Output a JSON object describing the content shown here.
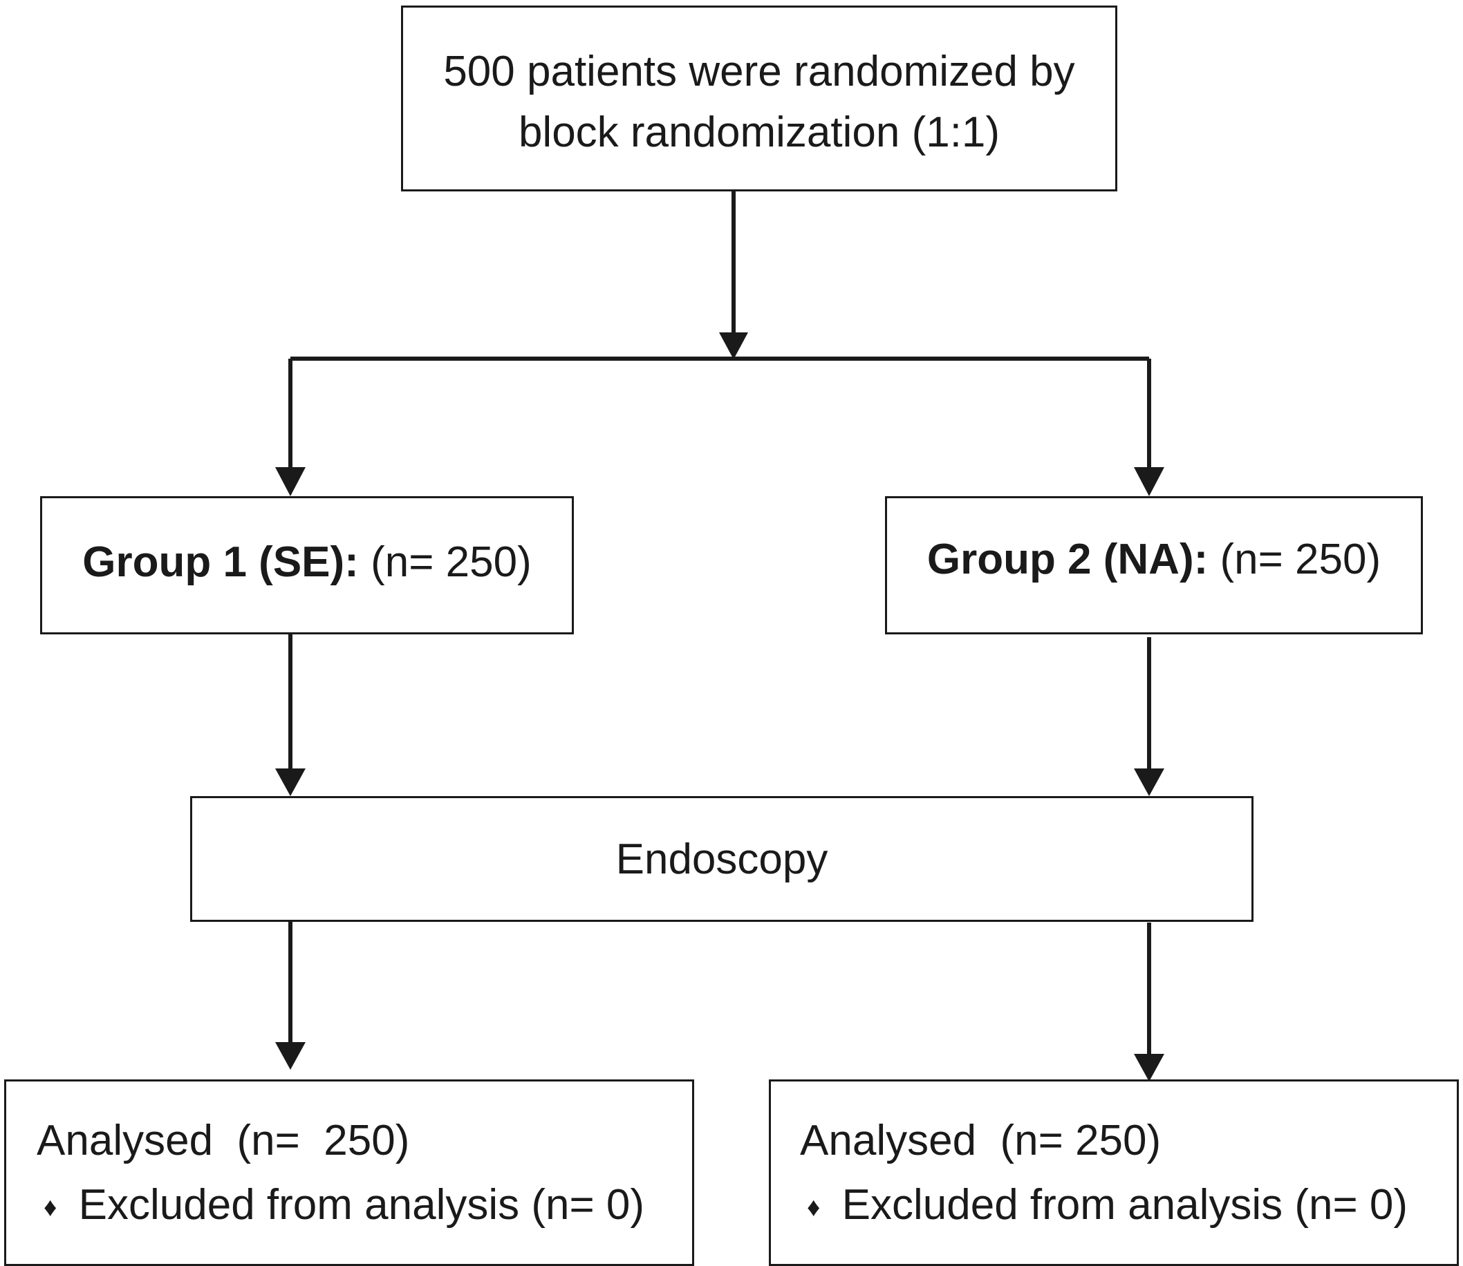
{
  "randomization": {
    "line1": "500 patients were randomized by",
    "line2": "block randomization (1:1)"
  },
  "group1": {
    "label": "Group 1 (SE):",
    "count": "(n= 250)"
  },
  "group2": {
    "label": "Group 2 (NA):",
    "count": "(n= 250)"
  },
  "endoscopy": {
    "label": "Endoscopy"
  },
  "outcome_left": {
    "analysed": "Analysed  (n=  250)",
    "bullet": "♦",
    "excluded": "Excluded from analysis (n= 0)"
  },
  "outcome_right": {
    "analysed": "Analysed  (n= 250)",
    "bullet": "♦",
    "excluded": "Excluded from analysis (n= 0)"
  }
}
